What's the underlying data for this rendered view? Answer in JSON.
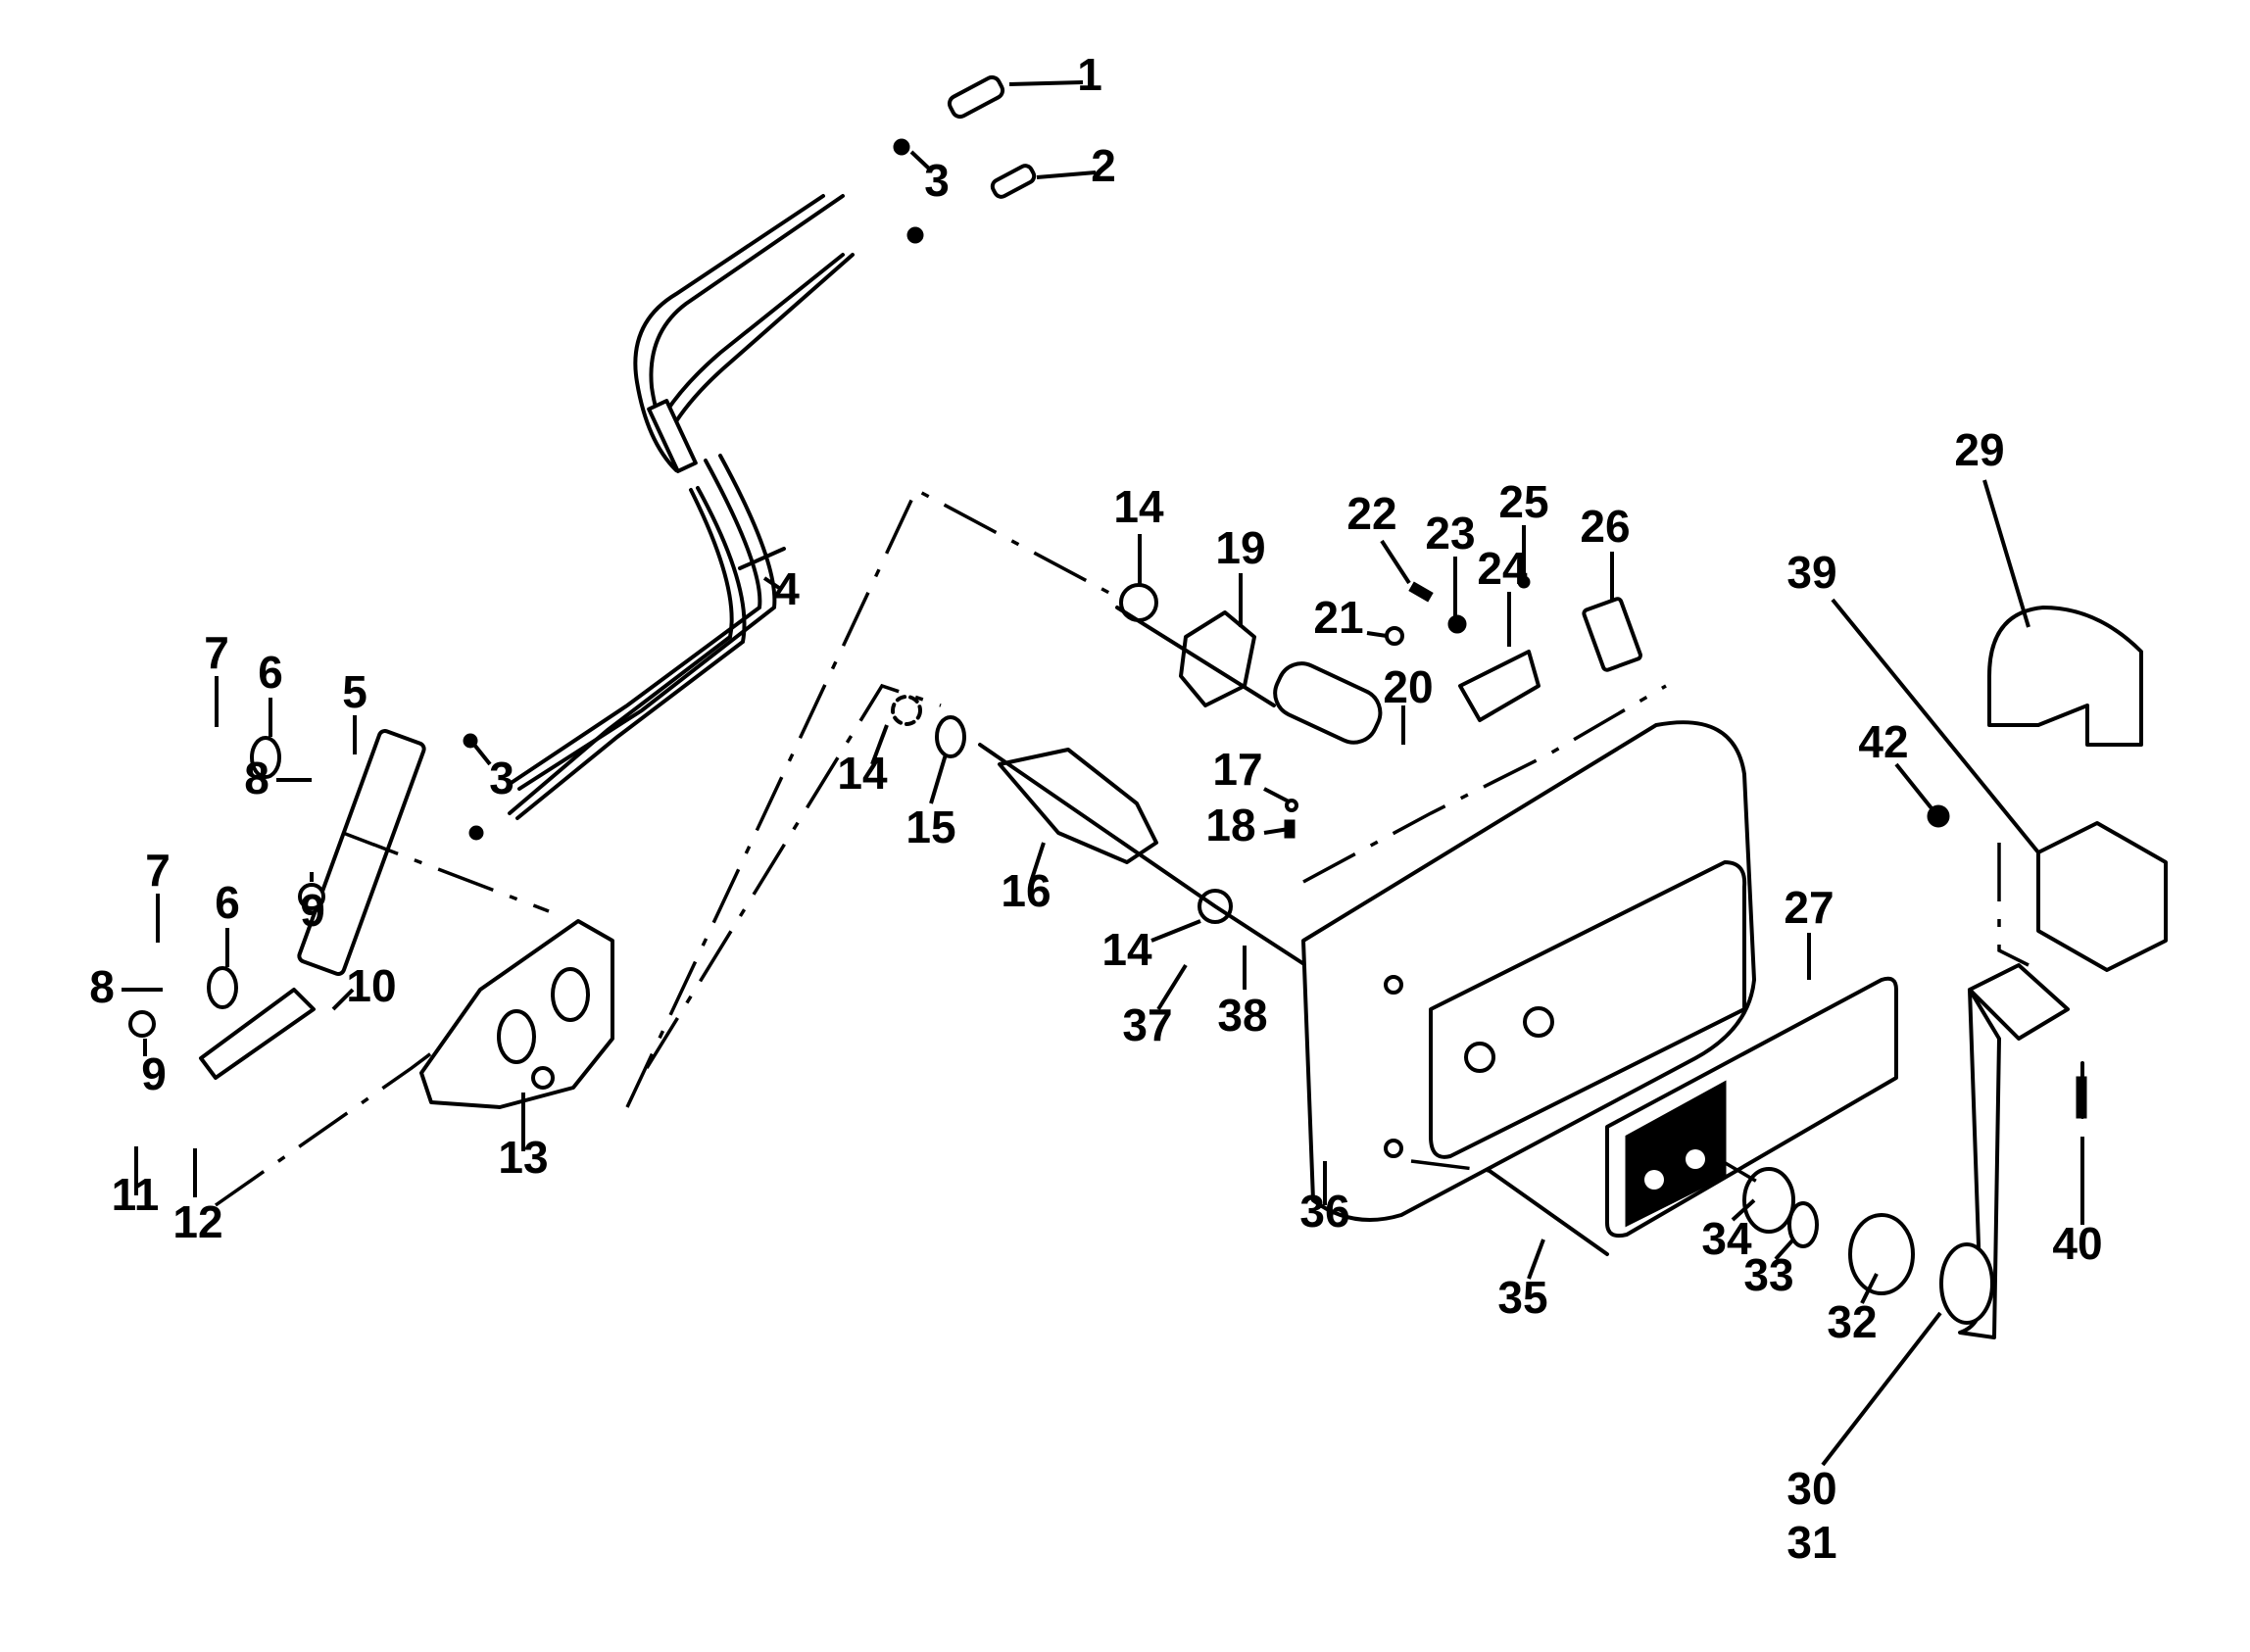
{
  "diagram": {
    "type": "exploded-parts-diagram",
    "callouts": [
      {
        "id": "c1",
        "label": "1"
      },
      {
        "id": "c2",
        "label": "2"
      },
      {
        "id": "c3a",
        "label": "3"
      },
      {
        "id": "c3b",
        "label": "3"
      },
      {
        "id": "c4",
        "label": "4"
      },
      {
        "id": "c5",
        "label": "5"
      },
      {
        "id": "c6a",
        "label": "6"
      },
      {
        "id": "c6b",
        "label": "6"
      },
      {
        "id": "c7a",
        "label": "7"
      },
      {
        "id": "c7b",
        "label": "7"
      },
      {
        "id": "c8a",
        "label": "8"
      },
      {
        "id": "c8b",
        "label": "8"
      },
      {
        "id": "c9a",
        "label": "9"
      },
      {
        "id": "c9b",
        "label": "9"
      },
      {
        "id": "c10",
        "label": "10"
      },
      {
        "id": "c11",
        "label": "11"
      },
      {
        "id": "c12",
        "label": "12"
      },
      {
        "id": "c13",
        "label": "13"
      },
      {
        "id": "c14a",
        "label": "14"
      },
      {
        "id": "c14b",
        "label": "14"
      },
      {
        "id": "c14c",
        "label": "14"
      },
      {
        "id": "c15",
        "label": "15"
      },
      {
        "id": "c16",
        "label": "16"
      },
      {
        "id": "c17",
        "label": "17"
      },
      {
        "id": "c18",
        "label": "18"
      },
      {
        "id": "c19",
        "label": "19"
      },
      {
        "id": "c20",
        "label": "20"
      },
      {
        "id": "c21",
        "label": "21"
      },
      {
        "id": "c22",
        "label": "22"
      },
      {
        "id": "c23",
        "label": "23"
      },
      {
        "id": "c24",
        "label": "24"
      },
      {
        "id": "c25",
        "label": "25"
      },
      {
        "id": "c26",
        "label": "26"
      },
      {
        "id": "c27",
        "label": "27"
      },
      {
        "id": "c29",
        "label": "29"
      },
      {
        "id": "c30",
        "label": "30"
      },
      {
        "id": "c31",
        "label": "31"
      },
      {
        "id": "c32",
        "label": "32"
      },
      {
        "id": "c33",
        "label": "33"
      },
      {
        "id": "c34",
        "label": "34"
      },
      {
        "id": "c35",
        "label": "35"
      },
      {
        "id": "c36",
        "label": "36"
      },
      {
        "id": "c37",
        "label": "37"
      },
      {
        "id": "c38",
        "label": "38"
      },
      {
        "id": "c39",
        "label": "39"
      },
      {
        "id": "c40",
        "label": "40"
      },
      {
        "id": "c42",
        "label": "42"
      }
    ]
  }
}
